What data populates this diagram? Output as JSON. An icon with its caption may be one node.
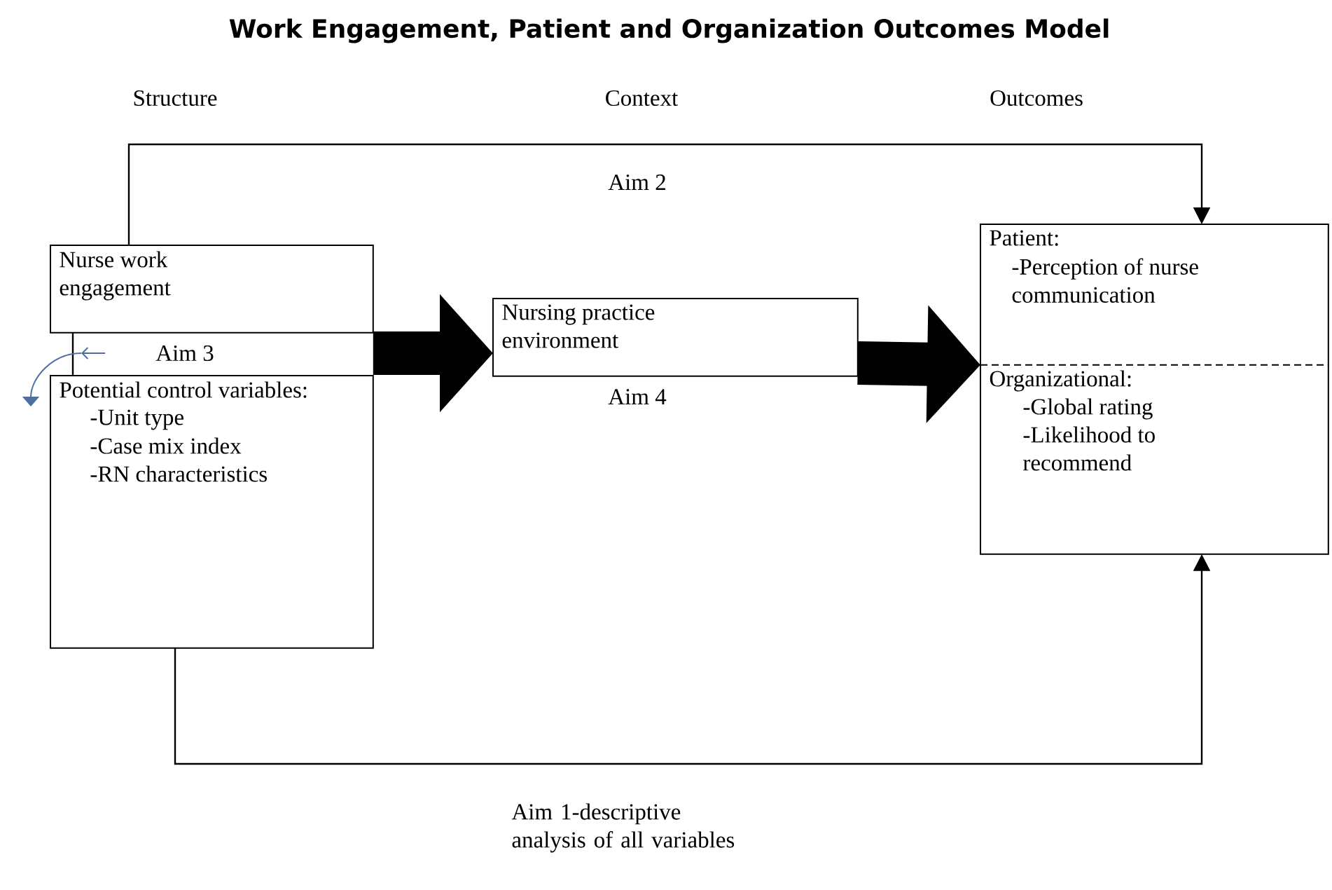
{
  "diagram": {
    "title": "Work Engagement, Patient and Organization Outcomes Model",
    "nodes": [
      {
        "text": [
          "Nurse work engagement"
        ]
      },
      {
        "text": [
          "Potential control variables:",
          "-Unit type",
          "-Case mix index",
          "-RN characteristics"
        ]
      },
      {
        "text": [
          "Nursing practice environment"
        ]
      },
      {
        "text": [
          "Patient:",
          "-Perception of nurse communication"
        ]
      },
      {
        "text": [
          "Organizational:",
          "-Global rating",
          "-Likelihood to recommend"
        ]
      }
    ],
    "edges": [
      {
        "from": 0,
        "to": 2,
        "arrow": "to",
        "style": "thick"
      },
      {
        "from": 2,
        "to": 3,
        "arrow": "to",
        "style": "thick"
      },
      {
        "from": 0,
        "to": 3,
        "arrow": "to",
        "label": "Aim 2"
      },
      {
        "from": 1,
        "to": 4,
        "arrow": "to"
      },
      {
        "from": 0,
        "to": 1,
        "arrow": "none",
        "label": "Aim 3"
      }
    ],
    "labels": [
      "Structure",
      "Context",
      "Outcomes",
      "Aim 4",
      "Aim 1-descriptive analysis of all variables"
    ]
  }
}
